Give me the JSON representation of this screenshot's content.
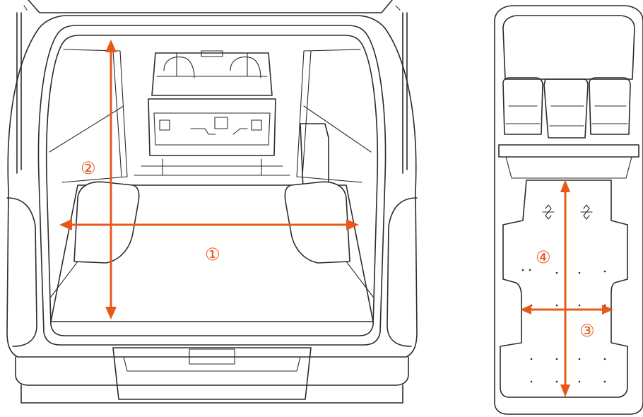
{
  "figure": {
    "rear_view_labels": {
      "width": "①",
      "height": "②"
    },
    "top_view_labels": {
      "width": "③",
      "length": "④"
    }
  },
  "colors": {
    "accent": "#e8581b",
    "outline": "#2b2b2b",
    "background": "#ffffff"
  }
}
